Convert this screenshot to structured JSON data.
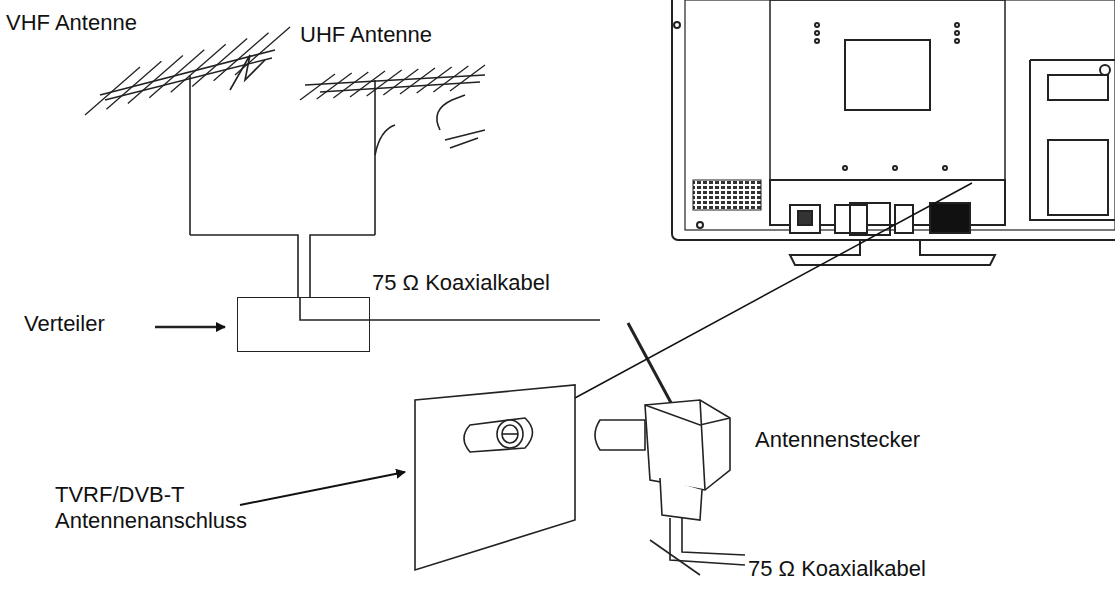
{
  "diagram": {
    "nodes": [
      {
        "text": [
          "Verteiler"
        ]
      }
    ],
    "labels": [
      "VHF Antenne",
      "UHF Antenne",
      "75 Ω Koaxialkabel",
      "Antennenstecker",
      "TVRF/DVB-T Antennenanschluss",
      "75 Ω Koaxialkabel"
    ]
  }
}
